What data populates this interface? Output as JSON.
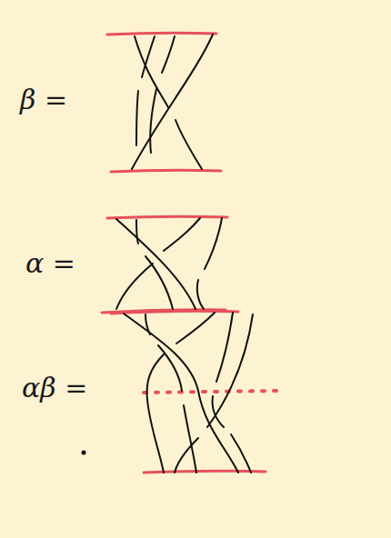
{
  "diagram": {
    "labels": [
      "β =",
      "α =",
      "αβ ="
    ]
  }
}
